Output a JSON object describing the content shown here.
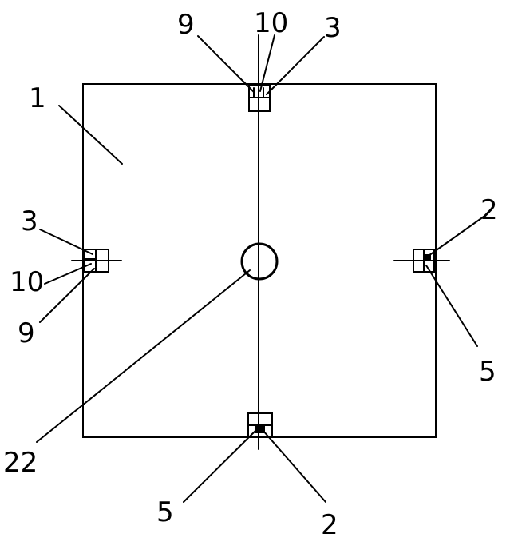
{
  "labels": {
    "plate": "1",
    "top_9": "9",
    "top_10": "10",
    "top_3": "3",
    "left_3": "3",
    "left_10": "10",
    "left_9": "9",
    "right_2": "2",
    "right_5": "5",
    "center_22": "22",
    "bottom_5": "5",
    "bottom_2": "2"
  }
}
